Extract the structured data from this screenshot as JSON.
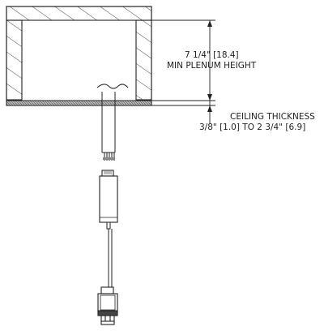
{
  "plenum_dimension": {
    "value_line": "7 1/4\" [18.4]",
    "label_line": "MIN PLENUM HEIGHT"
  },
  "ceiling_dimension": {
    "label_line": "CEILING THICKNESS",
    "value_line": "3/8\" [1.0] TO 2 3/4\" [6.9]"
  },
  "colors": {
    "line": "#222222",
    "hatch": "#333333",
    "ceiling_fill": "#8a8a8a"
  }
}
